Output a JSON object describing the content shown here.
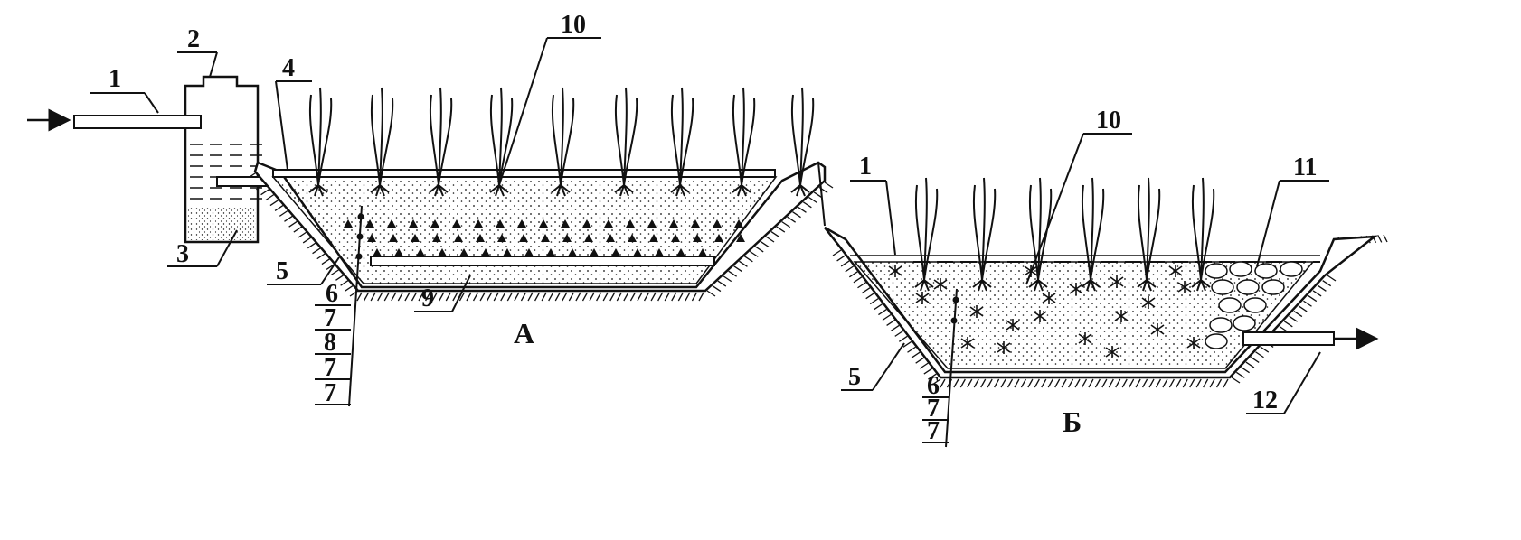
{
  "colors": {
    "ink": "#111111",
    "paper": "#ffffff"
  },
  "labels": {
    "l1": "1",
    "l2": "2",
    "l3": "3",
    "l4": "4",
    "l5": "5",
    "l6": "6",
    "l7a": "7",
    "l8": "8",
    "l7b": "7",
    "l7c": "7",
    "l9": "9",
    "l10a": "10",
    "l1b": "1",
    "l10b": "10",
    "l11": "11",
    "l5b": "5",
    "l6b": "6",
    "l7d": "7",
    "l7e": "7",
    "l12": "12"
  },
  "section_a": {
    "label": "А"
  },
  "section_b": {
    "label": "Б"
  },
  "icons": [
    "inflow-arrow-icon",
    "outflow-arrow-icon",
    "reed-plant-icon"
  ]
}
